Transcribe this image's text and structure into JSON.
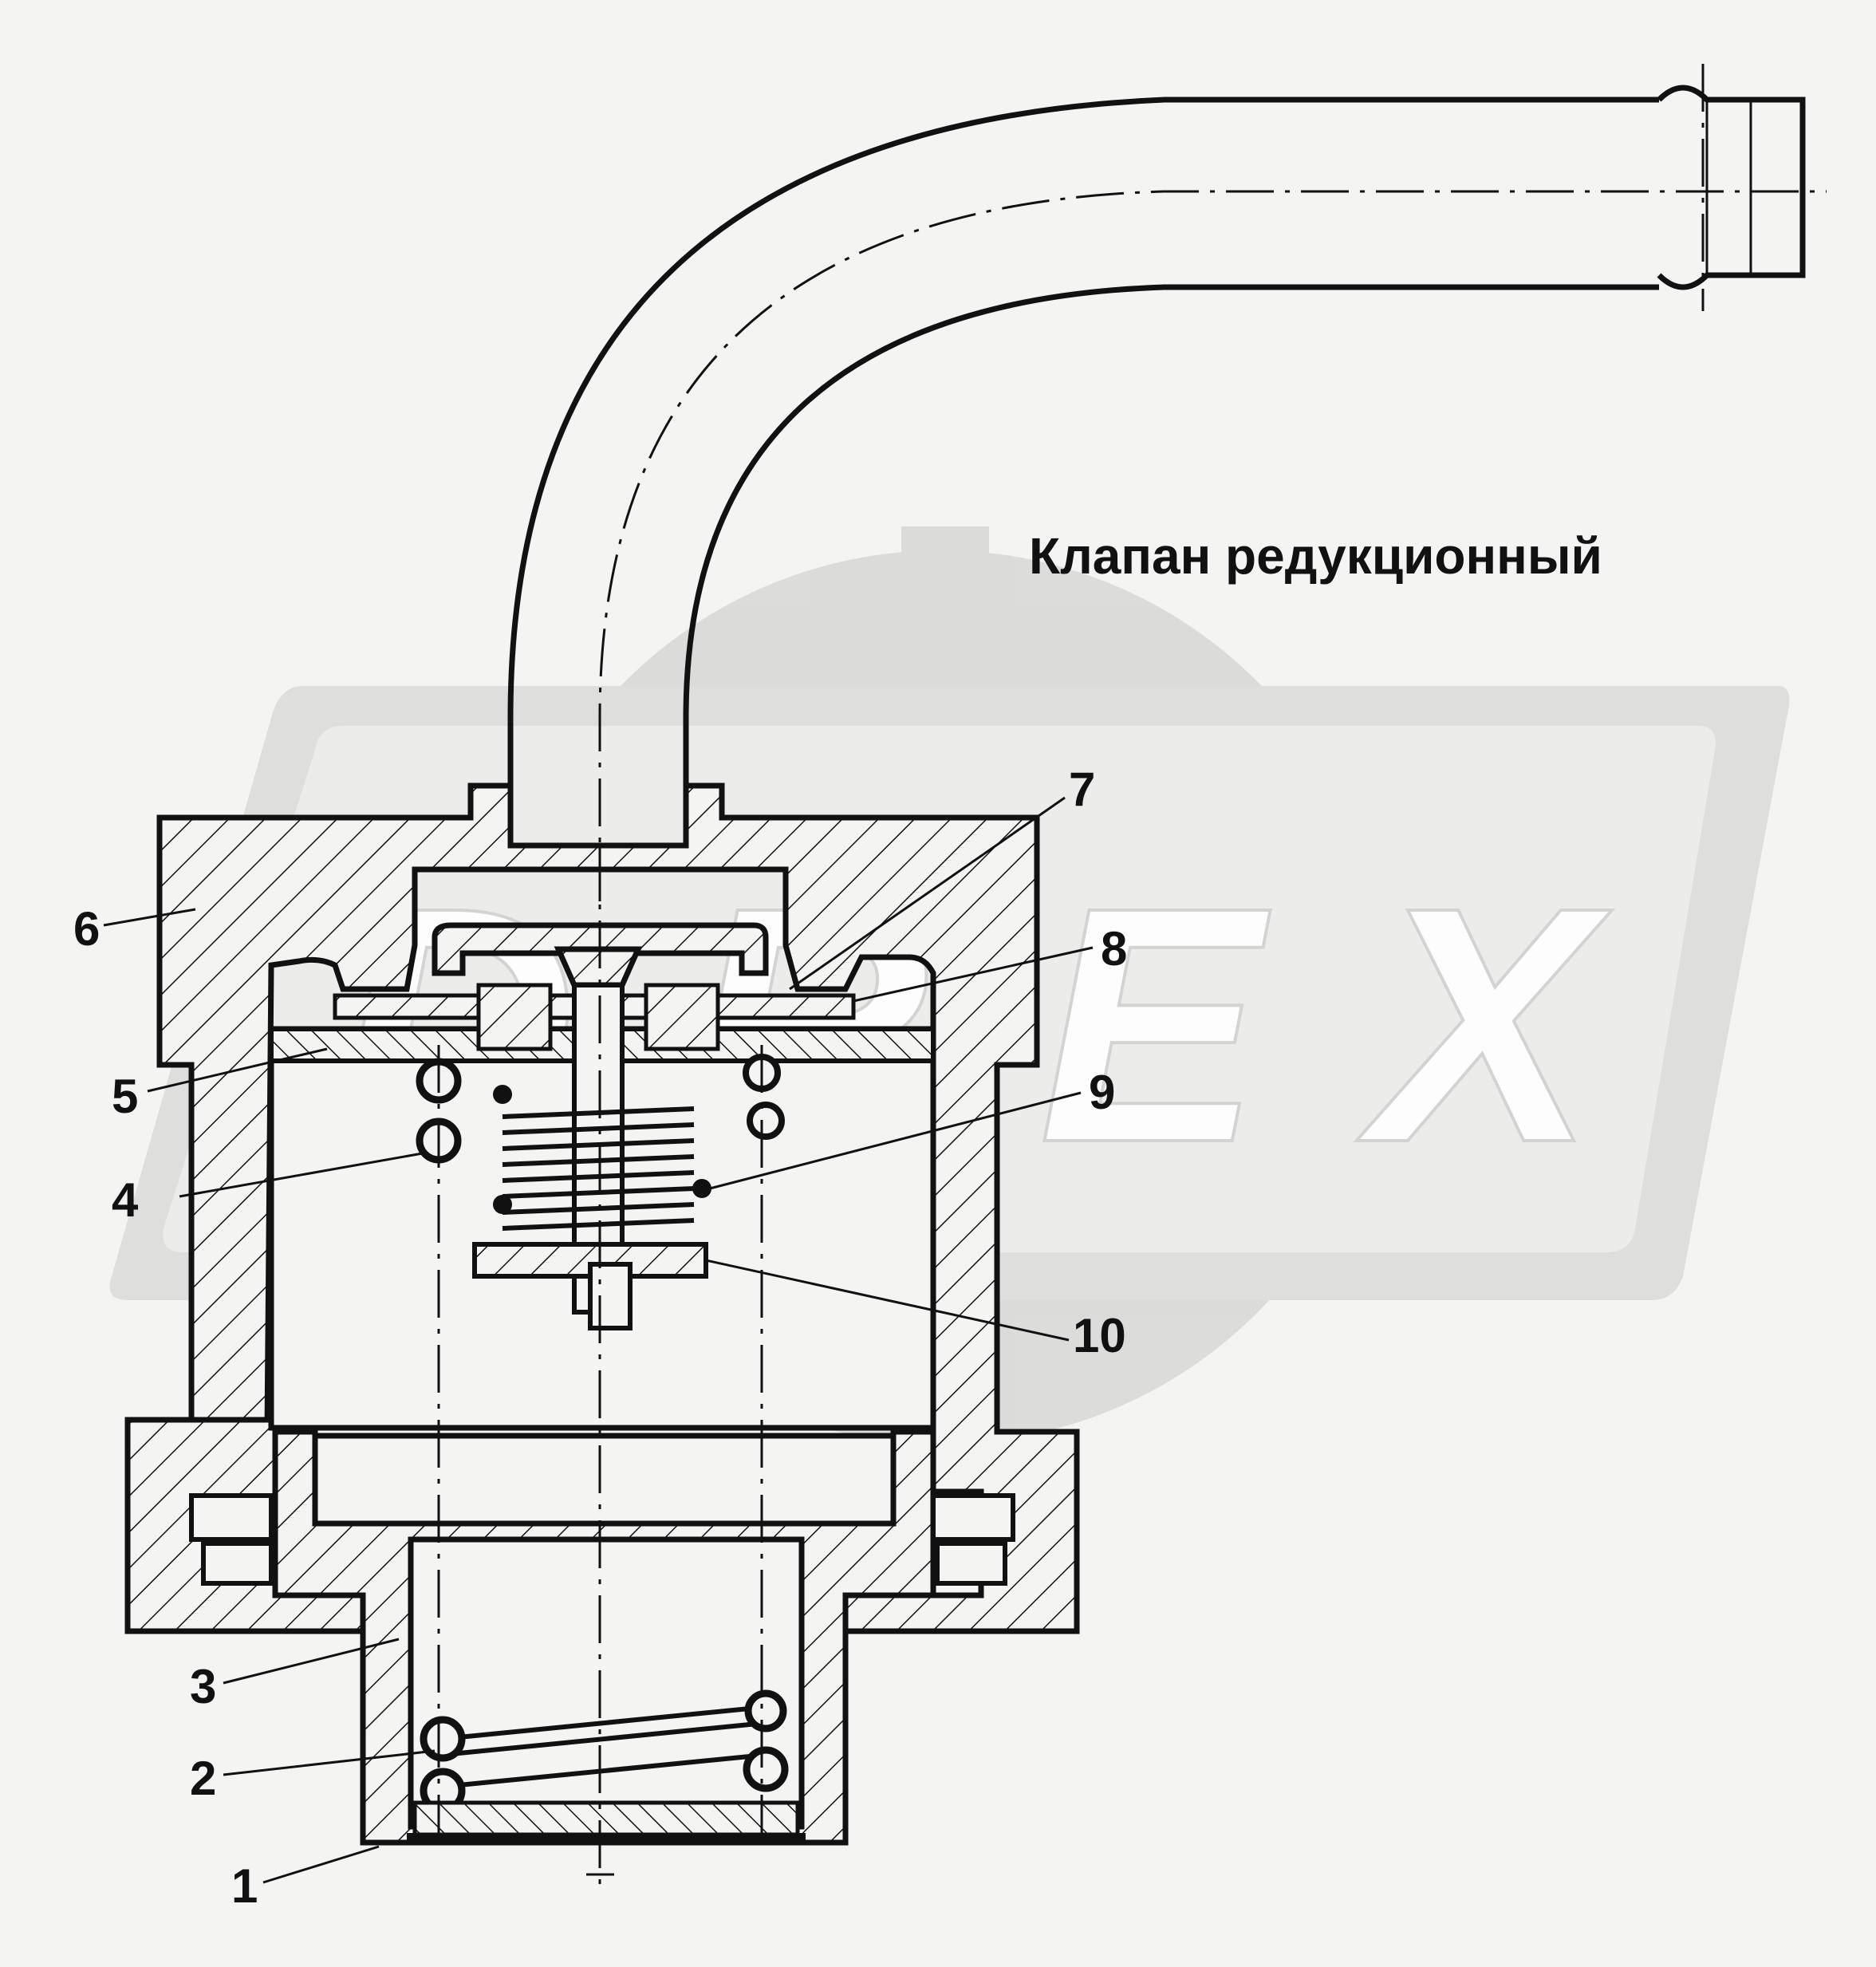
{
  "title": "Клапан редукционный",
  "callouts": [
    {
      "id": "1",
      "label": "1"
    },
    {
      "id": "2",
      "label": "2"
    },
    {
      "id": "3",
      "label": "3"
    },
    {
      "id": "4",
      "label": "4"
    },
    {
      "id": "5",
      "label": "5"
    },
    {
      "id": "6",
      "label": "6"
    },
    {
      "id": "7",
      "label": "7"
    },
    {
      "id": "8",
      "label": "8"
    },
    {
      "id": "9",
      "label": "9"
    },
    {
      "id": "10",
      "label": "10"
    }
  ],
  "watermark": {
    "text": "DREX"
  },
  "colors": {
    "ink": "#111111",
    "background": "#f4f4f2",
    "watermark": "#d9d9d7"
  }
}
